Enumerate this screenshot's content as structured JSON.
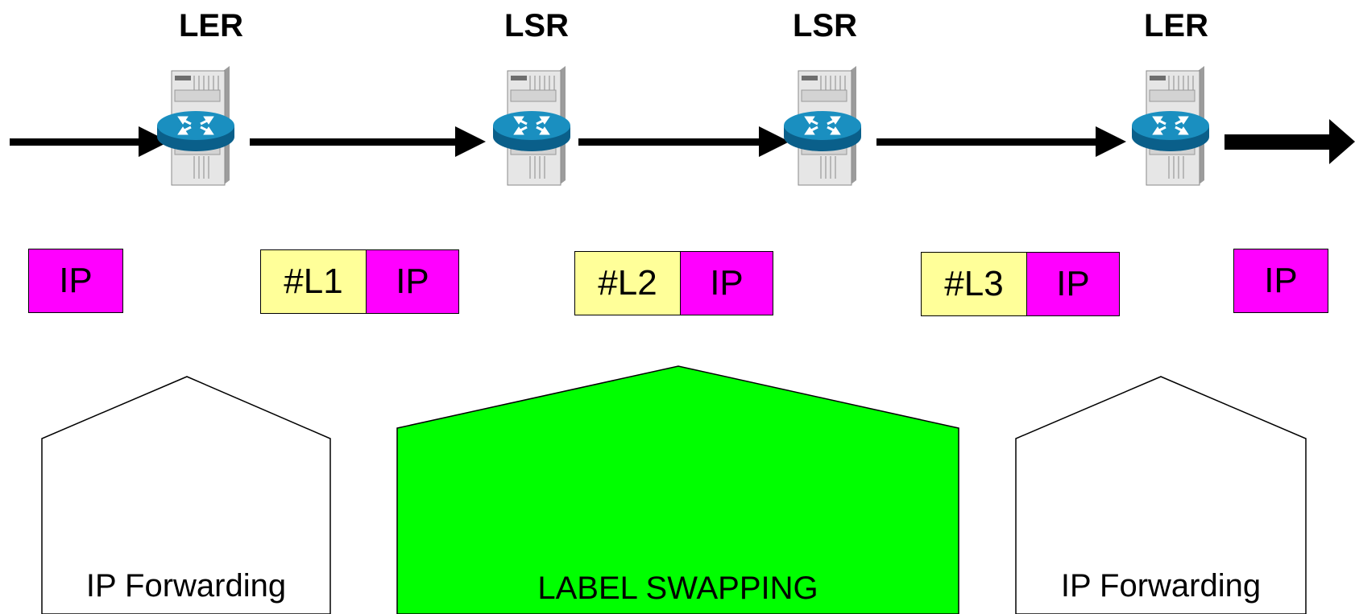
{
  "routers": [
    {
      "title": "LER"
    },
    {
      "title": "LSR"
    },
    {
      "title": "LSR"
    },
    {
      "title": "LER"
    }
  ],
  "packets": [
    {
      "cells": [
        {
          "kind": "ip",
          "text": "IP"
        }
      ]
    },
    {
      "cells": [
        {
          "kind": "label",
          "text": "#L1"
        },
        {
          "kind": "ip",
          "text": "IP"
        }
      ]
    },
    {
      "cells": [
        {
          "kind": "label",
          "text": "#L2"
        },
        {
          "kind": "ip",
          "text": "IP"
        }
      ]
    },
    {
      "cells": [
        {
          "kind": "label",
          "text": "#L3"
        },
        {
          "kind": "ip",
          "text": "IP"
        }
      ]
    },
    {
      "cells": [
        {
          "kind": "ip",
          "text": "IP"
        }
      ]
    }
  ],
  "functions": [
    {
      "text": "IP Forwarding",
      "fill": "#ffffff"
    },
    {
      "text": "LABEL SWAPPING",
      "fill": "#00ff00"
    },
    {
      "text": "IP Forwarding",
      "fill": "#ffffff"
    }
  ],
  "colors": {
    "label_cell": "#ffff99",
    "ip_cell": "#ff00ff",
    "label_swapping_block": "#00ff00",
    "router_disk": "#1a8fc0"
  }
}
